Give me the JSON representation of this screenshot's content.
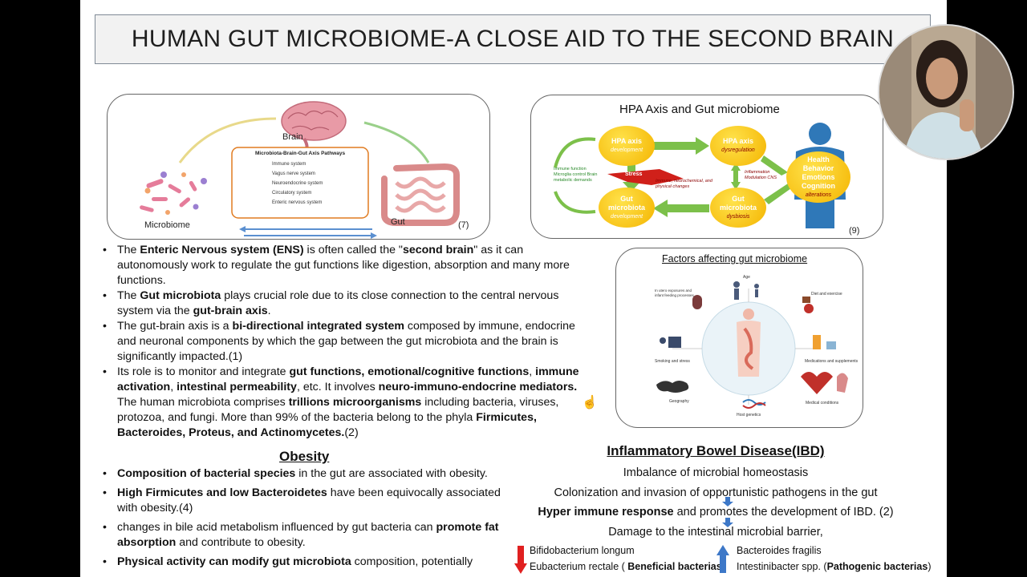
{
  "slide": {
    "title": "HUMAN GUT MICROBIOME-A CLOSE AID TO THE SECOND BRAIN",
    "gut_brain_figure": {
      "brain_label": "Brain",
      "microbiome_label": "Microbiome",
      "gut_label": "Gut",
      "box_title": "Microbiota-Brain-Gut Axis Pathways",
      "pathways": [
        "Immune system",
        "Vagus nerve system",
        "Neuroendocrine system",
        "Circulatory system",
        "Enteric nervous system"
      ],
      "ref": "(7)"
    },
    "hpa_figure": {
      "title": "HPA Axis and Gut microbiome",
      "box1": "HPA axis",
      "box1_sub": "development",
      "box2": "HPA axis",
      "box2_sub": "dysregulation",
      "box3": "Gut microbiota",
      "box3_sub": "development",
      "box4": "Gut microbiota",
      "box4_sub": "dysbiosis",
      "stress": "Stress",
      "left_text": "Immune function Microglia control Brain metabolic demands",
      "mid_text": "Immune, neurochemical, and physical changes",
      "inflammation": "Inflammation Modulation CNS",
      "person_text": [
        "Health",
        "Behavior",
        "Emotions",
        "Cognition"
      ],
      "person_sub": "alterations",
      "ref": "(9)"
    },
    "factors_figure": {
      "title": "Factors affecting gut microbiome",
      "labels": [
        "In utero exposures and infant feeding processes",
        "Age",
        "Diet and exercise",
        "Smoking and stress",
        "Medications and supplements",
        "Geography",
        "Host genetics",
        "Medical conditions"
      ]
    },
    "ens_bullets": [
      {
        "parts": [
          "The ",
          "Enteric Nervous system (ENS)",
          " is often called the \"",
          "second brain",
          "\" as it can autonomously work to regulate the gut functions like digestion, absorption and many more functions."
        ]
      },
      {
        "parts": [
          "The  ",
          "Gut microbiota",
          " plays crucial role due to its close connection to the central nervous system via the ",
          "gut-brain axis",
          "."
        ]
      },
      {
        "parts": [
          "The gut-brain axis is a ",
          "bi-directional integrated system",
          " composed by immune, endocrine and neuronal components by which the gap between the gut microbiota and the brain is significantly impacted.(1)"
        ]
      },
      {
        "parts": [
          "Its role is to monitor and integrate ",
          "gut functions, emotional/cognitive functions",
          ", ",
          "immune activation",
          ", ",
          "intestinal permeability",
          ", etc.  It involves ",
          "neuro-immuno-endocrine mediators.",
          " The human microbiota comprises ",
          "trillions microorganisms",
          " including bacteria, viruses, protozoa, and fungi. More than 99% of the bacteria belong to the phyla ",
          "Firmicutes, Bacteroides, Proteus, and Actinomycetes.",
          "(2)"
        ]
      }
    ],
    "obesity": {
      "heading": "Obesity",
      "bullets": [
        {
          "parts": [
            "Composition of bacterial species",
            " in the gut are associated with obesity."
          ]
        },
        {
          "parts": [
            "High Firmicutes and low Bacteroidetes",
            " have been equivocally associated with obesity.(4)"
          ]
        },
        {
          "parts": [
            "changes in bile acid metabolism influenced by gut bacteria can ",
            "promote fat absorption",
            " and contribute to obesity."
          ]
        },
        {
          "parts": [
            "Physical activity can modify gut microbiota",
            " composition, potentially"
          ]
        }
      ]
    },
    "ibd": {
      "heading": "Inflammatory Bowel Disease(IBD)",
      "line1": "Imbalance of microbial homeostasis",
      "line2": "Colonization and invasion of opportunistic pathogens in the gut",
      "line3_bold": "Hyper immune response",
      "line3_rest": " and promotes  the development of IBD. (2)",
      "line4": "Damage to the intestinal microbial barrier,",
      "down_list": [
        "Bifidobacterium longum",
        "Eubacterium rectale ( "
      ],
      "down_bold": "Beneficial bacterias",
      "down_close": ")",
      "up_list": [
        "Bacteroides fragilis",
        "Intestinibacter spp. ("
      ],
      "up_bold": "Pathogenic bacterias",
      "up_close": ")"
    },
    "colors": {
      "down_arrow": "#e02020",
      "up_arrow": "#3d78c8",
      "hpa_yellow": "#f4b400",
      "person_blue": "#2f78b8"
    }
  }
}
